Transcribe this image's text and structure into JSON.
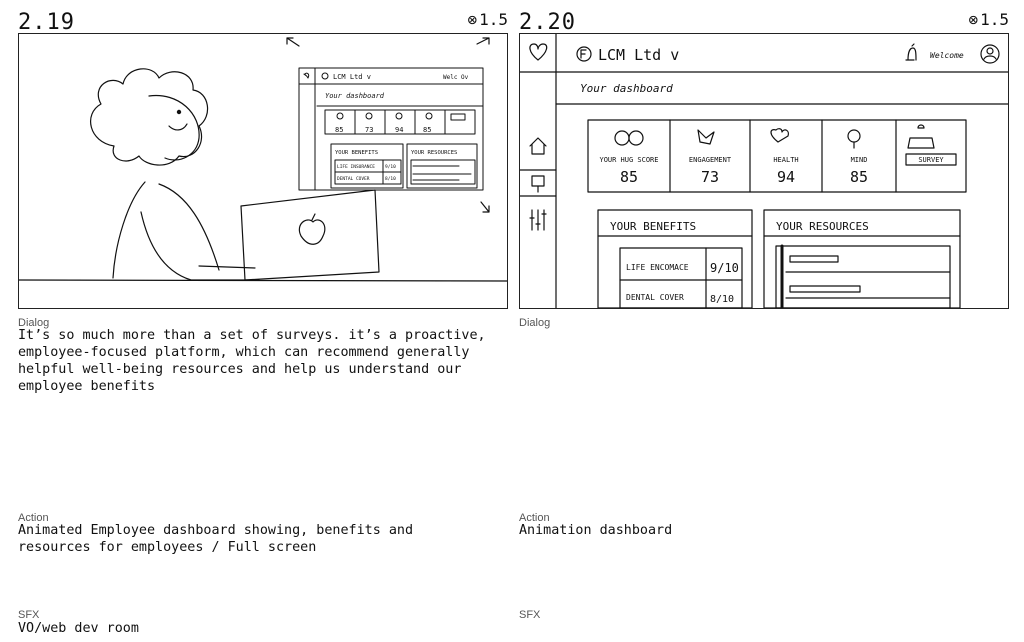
{
  "panels": [
    {
      "number": "2.19",
      "duration": "1.5",
      "labels": {
        "dialog": "Dialog",
        "action": "Action",
        "sfx": "SFX"
      },
      "dialog": "It’s so much more than a set of surveys. it’s a proactive, employee-focused platform, which can recommend generally helpful well-being resources and help us understand our employee benefits",
      "action": "Animated Employee dashboard showing, benefits and resources for employees / Full screen",
      "sfx": "VO/web dev room",
      "sketch": {
        "company": "LCM Ltd v",
        "welcome": "Welc Ov",
        "dashboard_title": "Your dashboard",
        "scores": [
          "85",
          "73",
          "94",
          "85"
        ],
        "benefits_title": "YOUR BENEFITS",
        "resources_title": "YOUR RESOURCES",
        "benefit_rows": [
          [
            "LIFE INSURANCE",
            "9/10"
          ],
          [
            "DENTAL COVER",
            "8/10"
          ]
        ]
      }
    },
    {
      "number": "2.20",
      "duration": "1.5",
      "labels": {
        "dialog": "Dialog",
        "action": "Action",
        "sfx": "SFX"
      },
      "dialog": "",
      "action": "Animation dashboard",
      "sfx": "",
      "sketch": {
        "company": "LCM Ltd v",
        "welcome": "Welcome",
        "dashboard_title": "Your dashboard",
        "tiles": [
          {
            "label": "YOUR HUG SCORE",
            "value": "85"
          },
          {
            "label": "ENGAGEMENT",
            "value": "73"
          },
          {
            "label": "HEALTH",
            "value": "94"
          },
          {
            "label": "MIND",
            "value": "85"
          },
          {
            "label": "SURVEY",
            "value": ""
          }
        ],
        "benefits_title": "YOUR BENEFITS",
        "resources_title": "YOUR RESOURCES",
        "benefit_rows": [
          [
            "LIFE ENCOMACE",
            "9/10"
          ],
          [
            "DENTAL COVER",
            "8/10"
          ]
        ]
      }
    }
  ]
}
